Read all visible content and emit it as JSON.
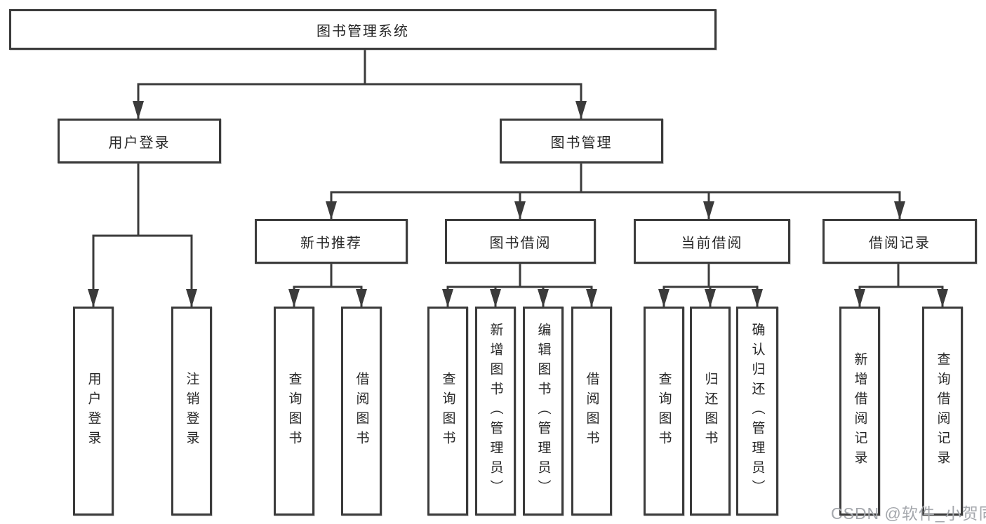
{
  "diagram": {
    "root": {
      "label": "图书管理系统"
    },
    "branches": [
      {
        "label": "用户登录",
        "children": [
          {
            "label": "用户登录"
          },
          {
            "label": "注销登录"
          }
        ]
      },
      {
        "label": "图书管理",
        "groups": [
          {
            "label": "新书推荐",
            "children": [
              {
                "label": "查询图书"
              },
              {
                "label": "借阅图书"
              }
            ]
          },
          {
            "label": "图书借阅",
            "children": [
              {
                "label": "查询图书"
              },
              {
                "label": "新增图书（管理员）"
              },
              {
                "label": "编辑图书（管理员）"
              },
              {
                "label": "借阅图书"
              }
            ]
          },
          {
            "label": "当前借阅",
            "children": [
              {
                "label": "查询图书"
              },
              {
                "label": "归还图书"
              },
              {
                "label": "确认归还（管理员）"
              }
            ]
          },
          {
            "label": "借阅记录",
            "children": [
              {
                "label": "新增借阅记录"
              },
              {
                "label": "查询借阅记录"
              }
            ]
          }
        ]
      }
    ]
  },
  "watermark": {
    "text": "CSDN @软件_小贺同学"
  },
  "colors": {
    "line": "#3b3b3b",
    "text": "#262626",
    "watermark": "#a4a7ac",
    "background": "#ffffff"
  }
}
